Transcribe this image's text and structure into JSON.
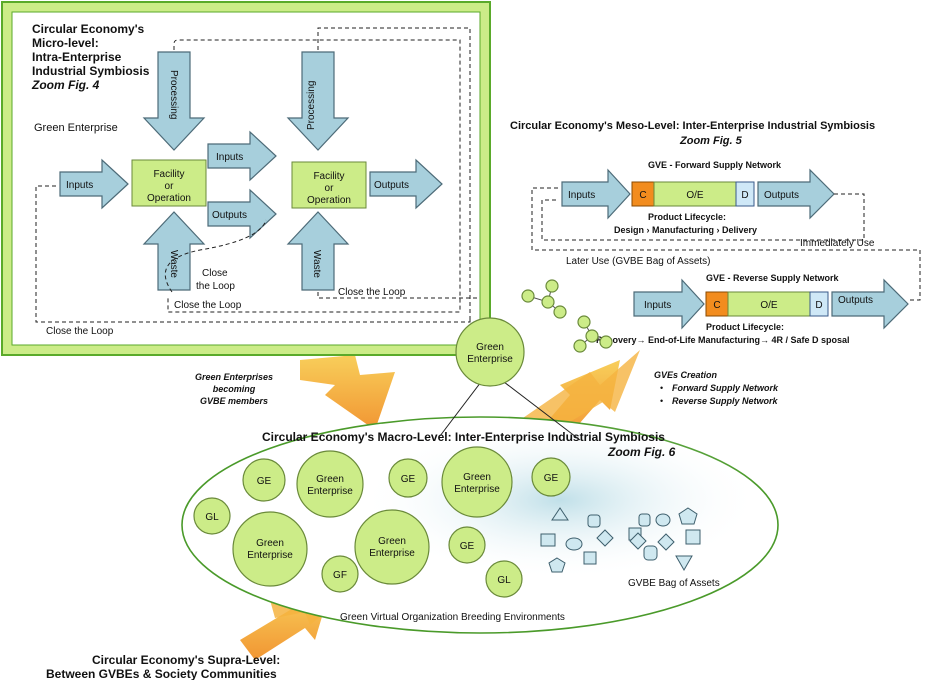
{
  "micro": {
    "title_1": "Circular Economy's",
    "title_2": "Micro-level:",
    "title_3": "Intra-Enterprise",
    "title_4": "Industrial Symbiosis",
    "zoom": "Zoom Fig. 4",
    "green_enterprise": "Green Enterprise",
    "processing_1": "Processing",
    "processing_2": "Processing",
    "inputs_left": "Inputs",
    "inputs_mid": "Inputs",
    "outputs_mid": "Outputs",
    "outputs_right": "Outputs",
    "facility_1": [
      "Facility",
      "or",
      "Operation"
    ],
    "facility_2": [
      "Facility",
      "or",
      "Operation"
    ],
    "waste_1": "Waste",
    "waste_2": "Waste",
    "close_loop_inner_1": "Close",
    "close_loop_inner_2": "the Loop",
    "close_loop_mid": "Close the Loop",
    "close_loop_right": "Close the Loop",
    "close_loop_bottom": "Close the Loop"
  },
  "meso": {
    "title": "Circular Economy's Meso-Level: Inter-Enterprise Industrial Symbiosis",
    "zoom": "Zoom Fig. 5",
    "forward_title": "GVE - Forward Supply Network",
    "forward_inputs": "Inputs",
    "forward_outputs": "Outputs",
    "seg_c": "C",
    "seg_oe": "O/E",
    "seg_d": "D",
    "lifecycle_fwd_title": "Product Lifecycle:",
    "lifecycle_fwd_steps": "Design  › Manufacturing  › Delivery",
    "immediately_use": "Immediately Use",
    "later_use": "Later Use (GVBE Bag of Assets)",
    "reverse_title": "GVE - Reverse Supply Network",
    "reverse_inputs": "Inputs",
    "reverse_outputs": "Outputs",
    "lifecycle_rev_title": "Product Lifecycle:",
    "lifecycle_rev_steps": "Recovery→ End-of-Life Manufacturing→ 4R / Safe D sposal"
  },
  "center": {
    "green_enterprise_1": "Green",
    "green_enterprise_2": "Enterprise",
    "becoming_1": "Green Enterprises",
    "becoming_2": "becoming",
    "becoming_3": "GVBE members",
    "creation_title": "GVEs Creation",
    "creation_item_1": "Forward Supply Network",
    "creation_item_2": "Reverse Supply Network"
  },
  "macro": {
    "title": "Circular Economy's Macro-Level: Inter-Enterprise Industrial Symbiosis",
    "zoom": "Zoom Fig. 6",
    "gl_1": "GL",
    "ge_1": "GE",
    "ge_big_1": [
      "Green",
      "Enterprise"
    ],
    "ge_2": "GE",
    "ge_big_2": [
      "Green",
      "Enterprise"
    ],
    "ge_3": "GE",
    "ge_big_3": [
      "Green",
      "Enterprise"
    ],
    "ge_big_4": [
      "Green",
      "Enterprise"
    ],
    "gf": "GF",
    "ge_4": "GE",
    "gl_2": "GL",
    "bag_label": "GVBE Bag of Assets",
    "breeding": "Green Virtual Organization Breeding Environments"
  },
  "supra": {
    "title_1": "Circular Economy's Supra-Level:",
    "title_2": "Between GVBEs & Society Communities"
  },
  "colors": {
    "frame": "#5aaa2a",
    "frame_fill": "#ccec88",
    "arrow": "#a7cfdc",
    "box": "#ccec88",
    "orange": "#f28c1e",
    "yellow": "#f7c948"
  }
}
